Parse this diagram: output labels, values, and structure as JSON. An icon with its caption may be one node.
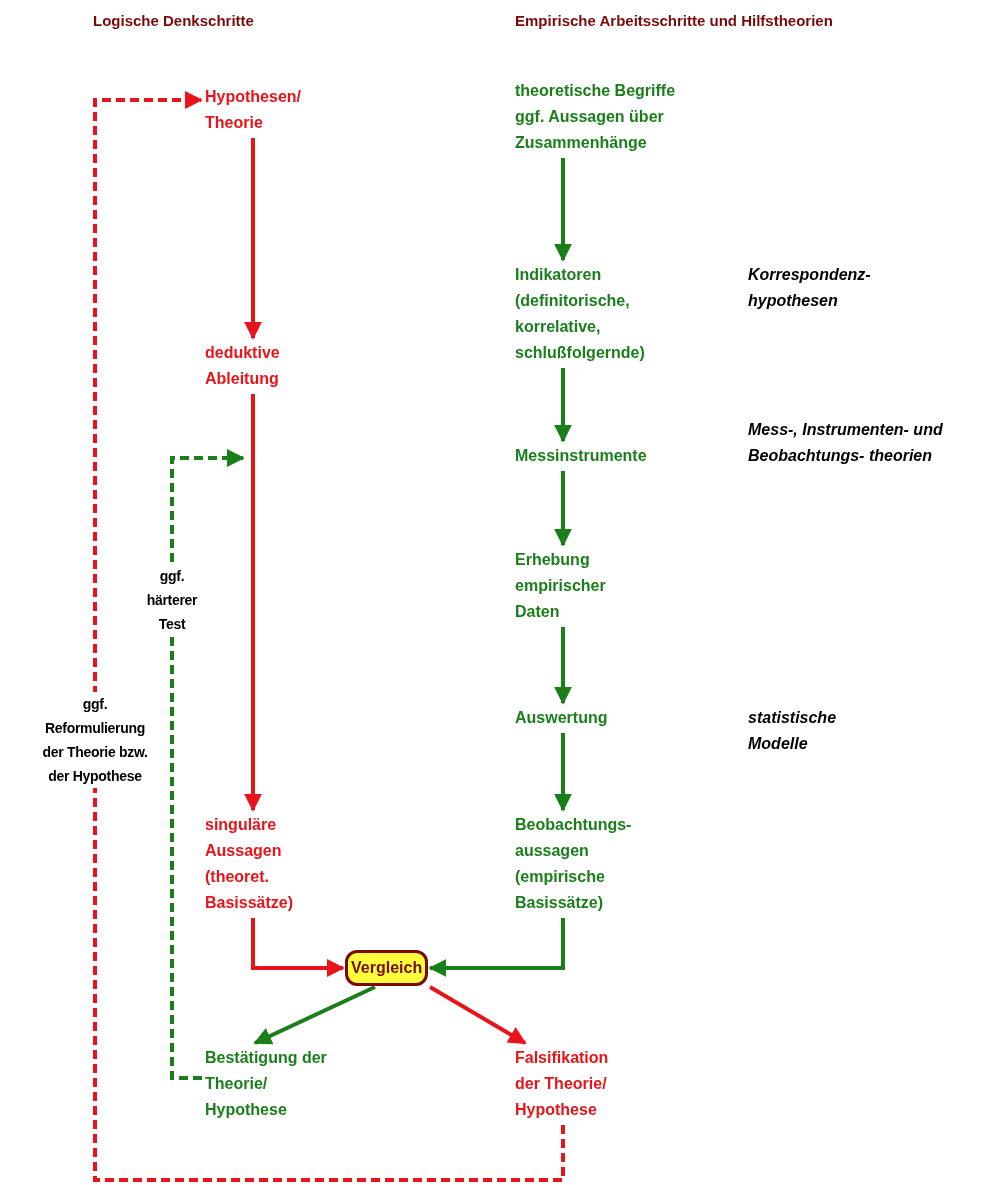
{
  "diagram": {
    "nodes": [
      {
        "text": [
          "Hypothesen/ Theorie"
        ]
      },
      {
        "text": [
          "deduktive Ableitung"
        ]
      },
      {
        "text": [
          "singuläre Aussagen (theoret. Basissätze)"
        ]
      },
      {
        "text": [
          "theoretische Begriffe ggf. Aussagen über Zusammenhänge"
        ]
      },
      {
        "text": [
          "Indikatoren (definitorische, korrelative, schlußfolgernde)"
        ]
      },
      {
        "text": [
          "Messinstrumente"
        ]
      },
      {
        "text": [
          "Erhebung empirischer Daten"
        ]
      },
      {
        "text": [
          "Auswertung"
        ]
      },
      {
        "text": [
          "Beobachtungs- aussagen (empirische Basissätze)"
        ]
      },
      {
        "text": [
          "Vergleich"
        ]
      },
      {
        "text": [
          "Bestätigung der Theorie/ Hypothese"
        ]
      },
      {
        "text": [
          "Falsifikation der Theorie/ Hypothese"
        ]
      }
    ],
    "edges": [
      {
        "from": 0,
        "to": 1,
        "arrow": "to",
        "color": "#e8141a"
      },
      {
        "from": 1,
        "to": 2,
        "arrow": "to",
        "color": "#e8141a"
      },
      {
        "from": 3,
        "to": 4,
        "arrow": "to"
      },
      {
        "from": 4,
        "to": 5,
        "arrow": "to"
      },
      {
        "from": 5,
        "to": 6,
        "arrow": "to"
      },
      {
        "from": 6,
        "to": 7,
        "arrow": "to"
      },
      {
        "from": 7,
        "to": 8,
        "arrow": "to"
      },
      {
        "from": 2,
        "to": 9,
        "arrow": "to",
        "color": "#e8141a"
      },
      {
        "from": 8,
        "to": 9,
        "arrow": "to"
      },
      {
        "from": 9,
        "to": 10,
        "arrow": "to"
      },
      {
        "from": 9,
        "to": 11,
        "arrow": "to",
        "color": "#e8141a"
      },
      {
        "from": 10,
        "to": null,
        "arrow": "to",
        "style": "dashed",
        "label": "ggf. härterer Test"
      },
      {
        "from": 11,
        "to": 0,
        "arrow": "to",
        "style": "dashed",
        "color": "#e8141a",
        "label": "ggf. Reformulierung der Theorie bzw. der Hypothese"
      }
    ],
    "labels": [
      "Logische Denkschritte",
      "Empirische Arbeitsschritte und Hilfstheorien",
      "Korrespondenz- hypothesen",
      "Mess-, Instrumenten- und Beobachtungs- theorien",
      "statistische Modelle"
    ]
  }
}
